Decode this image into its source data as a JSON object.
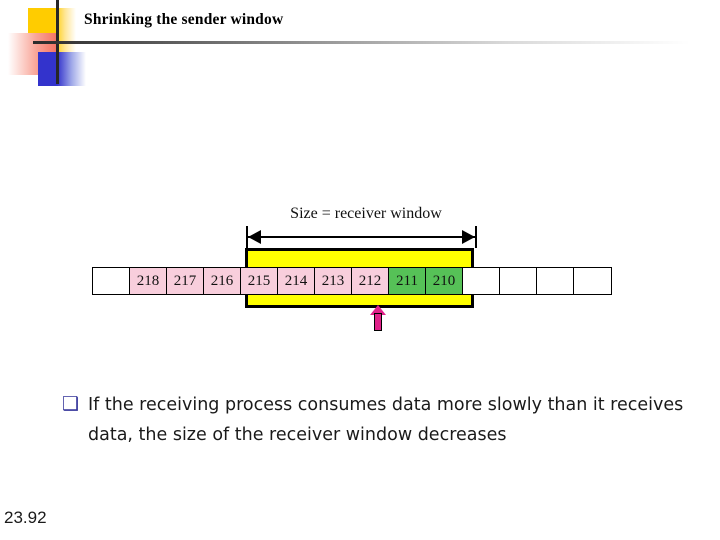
{
  "slide": {
    "title": "Shrinking the sender window",
    "footer": "23.92"
  },
  "diagram": {
    "size_label": "Size = receiver window",
    "pointer_icon": "up-arrow-icon",
    "left_arrow_icon": "arrow-left-icon",
    "right_arrow_icon": "arrow-right-icon",
    "cells": [
      {
        "label": "",
        "state": "empty"
      },
      {
        "label": "218",
        "state": "pink"
      },
      {
        "label": "217",
        "state": "pink"
      },
      {
        "label": "216",
        "state": "pink"
      },
      {
        "label": "215",
        "state": "pink"
      },
      {
        "label": "214",
        "state": "pink"
      },
      {
        "label": "213",
        "state": "pink"
      },
      {
        "label": "212",
        "state": "pink"
      },
      {
        "label": "211",
        "state": "green"
      },
      {
        "label": "210",
        "state": "green"
      },
      {
        "label": "",
        "state": "empty"
      },
      {
        "label": "",
        "state": "empty"
      },
      {
        "label": "",
        "state": "empty"
      },
      {
        "label": "",
        "state": "empty"
      }
    ],
    "colors": {
      "window_fill": "#FFFF00",
      "sent_unacked": "#F8CEDC",
      "usable": "#56C157",
      "pointer": "#E0218A"
    }
  },
  "body": {
    "bullet_glyph": "❑",
    "text": "If the receiving process consumes data more slowly than it receives data, the size of the receiver window decreases"
  }
}
